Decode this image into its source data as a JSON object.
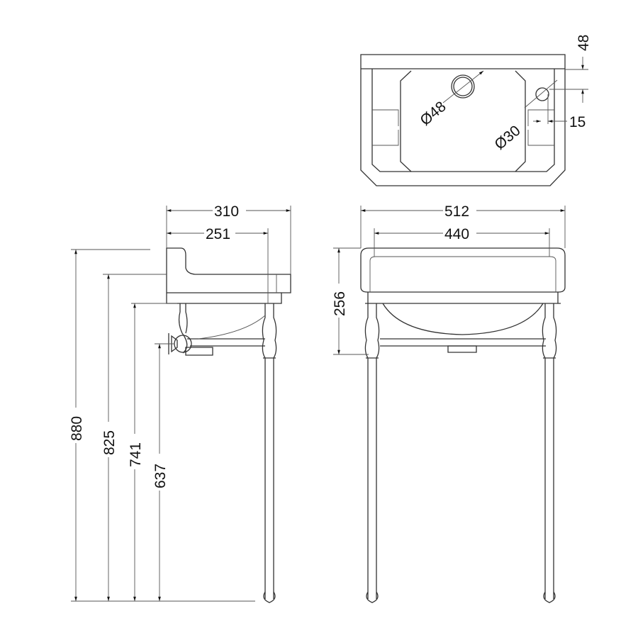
{
  "title": "Basin washstand technical drawing",
  "views": {
    "top": {
      "tap_offset": "48",
      "waste_diameter": "Ø48",
      "tap_hole_diameter": "Ø30",
      "tap_side_offset": "15"
    },
    "side": {
      "depth_overall": "310",
      "depth_bowl": "251",
      "height_overall": "880",
      "height_deck": "825",
      "height_underside": "741",
      "height_waste": "637"
    },
    "front": {
      "width_overall": "512",
      "width_inner": "440",
      "basin_height": "256"
    }
  },
  "colors": {
    "line": "#333333",
    "background": "#ffffff"
  }
}
